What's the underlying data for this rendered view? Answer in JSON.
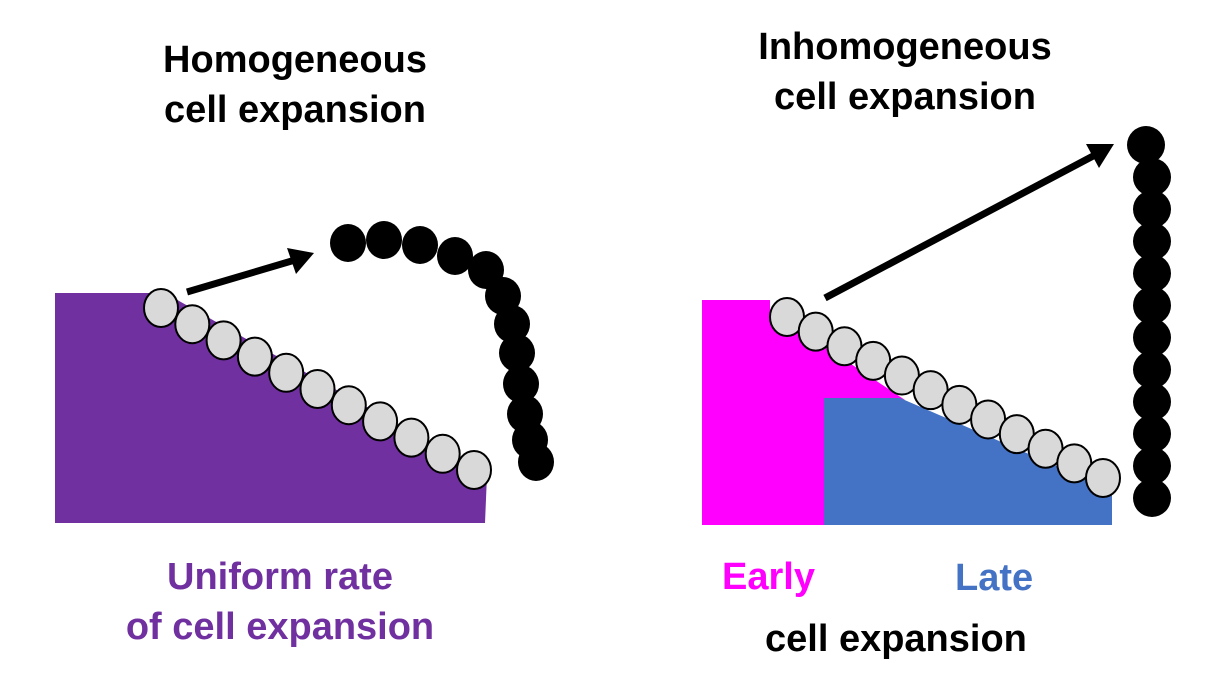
{
  "left_panel": {
    "title_line1": "Homogeneous",
    "title_line2": "cell expansion",
    "caption_line1": "Uniform rate",
    "caption_line2": "of cell expansion",
    "caption_color": "#7030a0",
    "region_color": "#7030a0",
    "before_cells_count": 11,
    "after_cells_count": 12,
    "after_shape": "curved"
  },
  "right_panel": {
    "title_line1": "Inhomogeneous",
    "title_line2": "cell expansion",
    "early_label": "Early",
    "late_label": "Late",
    "caption_line": "cell expansion",
    "early_color": "#ff00ff",
    "late_color": "#4472c4",
    "before_cells_count": 12,
    "after_cells_count": 12,
    "after_shape": "straight"
  },
  "colors": {
    "before_cell_fill": "#d9d9d9",
    "before_cell_stroke": "#000000",
    "after_cell_fill": "#000000",
    "arrow": "#000000"
  }
}
